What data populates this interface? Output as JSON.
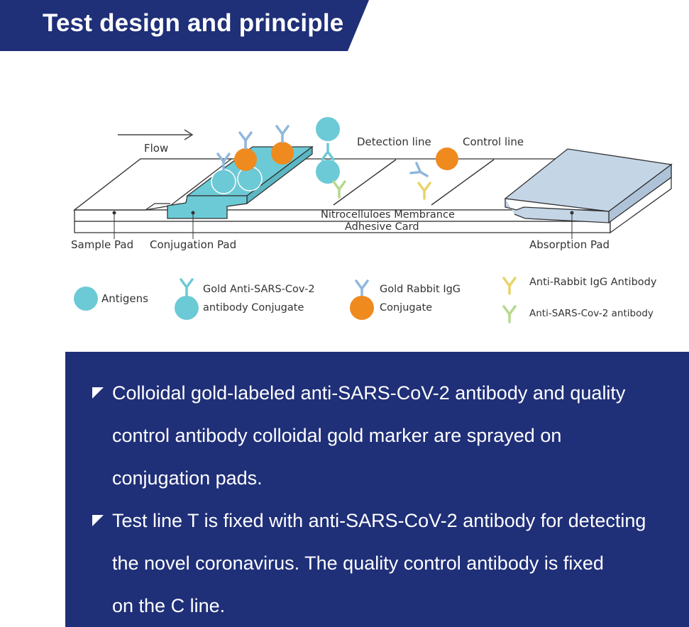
{
  "header": {
    "title": "Test design and principle"
  },
  "diagram": {
    "flow_label": "Flow",
    "detection_line_label": "Detection line",
    "control_line_label": "Control line",
    "membrane_label": "Nitrocelluloes Membrance",
    "adhesive_label": "Adhesive Card",
    "sample_pad_label": "Sample Pad",
    "conjugation_pad_label": "Conjugation Pad",
    "absorption_pad_label": "Absorption Pad",
    "colors": {
      "teal": "#6ccad6",
      "orange": "#ef8a1f",
      "blue_antibody": "#8fb7dc",
      "yellow_antibody": "#e8d36a",
      "green_antibody": "#b5d98c",
      "navy": "#1f2f78",
      "absorption": "#c4d5e6"
    }
  },
  "legend": {
    "antigens": "Antigens",
    "gold_anti_line1": "Gold Anti-SARS-Cov-2",
    "gold_anti_line2": "antibody Conjugate",
    "gold_rabbit_line1": "Gold Rabbit IgG",
    "gold_rabbit_line2": "Conjugate",
    "anti_rabbit": "Anti-Rabbit IgG Antibody",
    "anti_sars": "Anti-SARS-Cov-2 antibody"
  },
  "bullets": {
    "b1_l1": "Colloidal gold-labeled anti-SARS-CoV-2 antibody and quality",
    "b1_l2": "control antibody colloidal gold marker are sprayed on",
    "b1_l3": "conjugation pads.",
    "b2_l1": "Test line T is fixed with anti-SARS-CoV-2 antibody for detecting",
    "b2_l2": "the novel coronavirus. The quality control antibody is fixed",
    "b2_l3": "on the C line."
  }
}
